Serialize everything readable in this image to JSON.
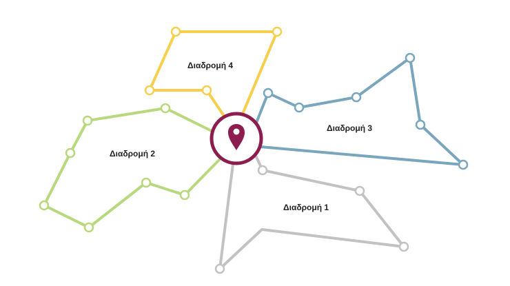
{
  "routes": [
    {
      "id": "route-4",
      "label": "Διαδρομή 4",
      "color": "#f5cf4d"
    },
    {
      "id": "route-3",
      "label": "Διαδρομή 3",
      "color": "#7aa6bd"
    },
    {
      "id": "route-2",
      "label": "Διαδρομή 2",
      "color": "#b8d87e"
    },
    {
      "id": "route-1",
      "label": "Διαδρομή 1",
      "color": "#c2c2c2"
    }
  ],
  "center": {
    "icon": "location-pin-icon",
    "color": "#8c1d4e"
  }
}
